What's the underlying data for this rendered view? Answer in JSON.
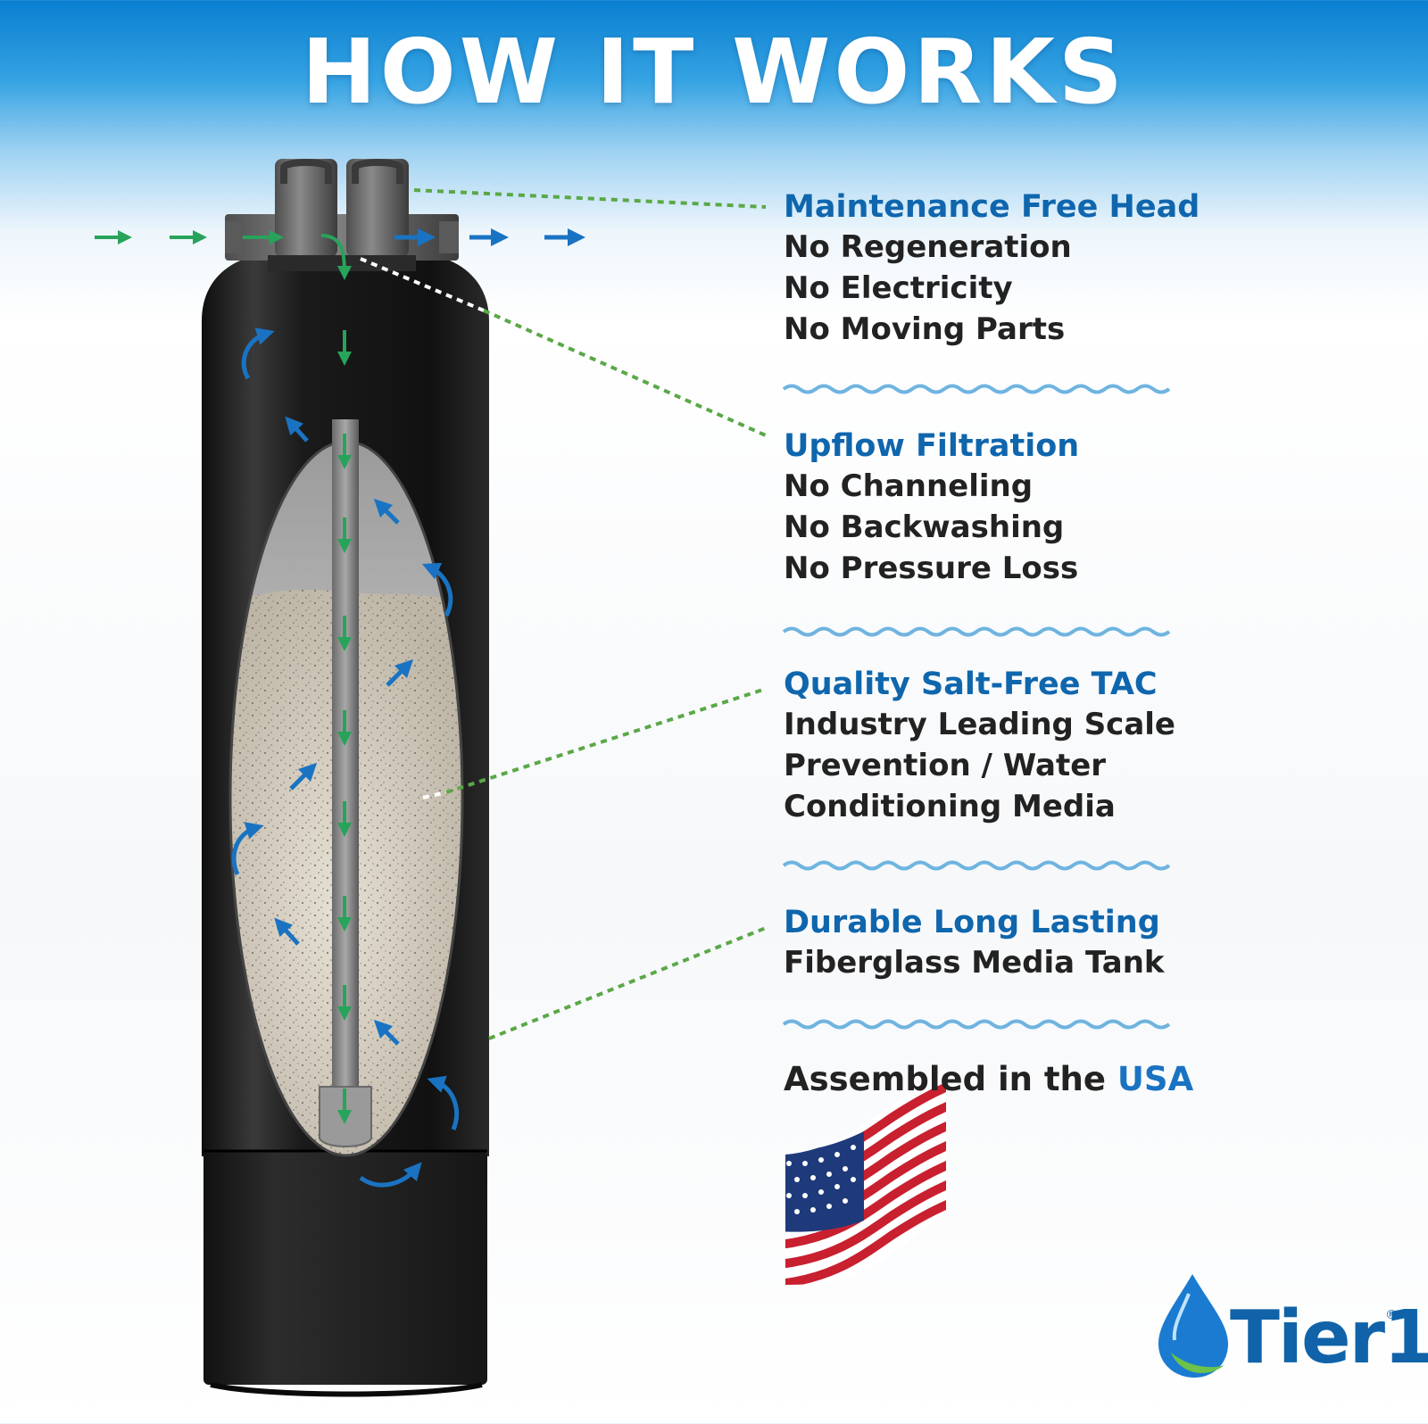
{
  "header": {
    "title": "HOW IT WORKS"
  },
  "features": [
    {
      "heading": "Maintenance Free Head",
      "lines": [
        "No Regeneration",
        "No Electricity",
        "No Moving Parts"
      ]
    },
    {
      "heading": "Upflow Filtration",
      "lines": [
        "No Channeling",
        "No Backwashing",
        "No Pressure Loss"
      ]
    },
    {
      "heading": "Quality Salt-Free TAC",
      "lines": [
        "Industry Leading Scale",
        "Prevention / Water",
        "Conditioning Media"
      ]
    },
    {
      "heading": "Durable Long Lasting",
      "lines": [
        "Fiberglass Media Tank"
      ]
    }
  ],
  "assembled": {
    "prefix": "Assembled in the ",
    "country": "USA"
  },
  "brand": {
    "name": "Tier1",
    "mark": "®"
  },
  "colors": {
    "accent_blue": "#0f66ad",
    "inflow_green": "#27a35a",
    "outflow_blue": "#1a73c2",
    "leader_green": "#5aa847",
    "wave_blue": "#6fb4e0",
    "tank_black": "#1b1b1b"
  },
  "icons": [
    "water-drop-logo-icon",
    "us-flag-icon",
    "flow-arrow-icon"
  ]
}
